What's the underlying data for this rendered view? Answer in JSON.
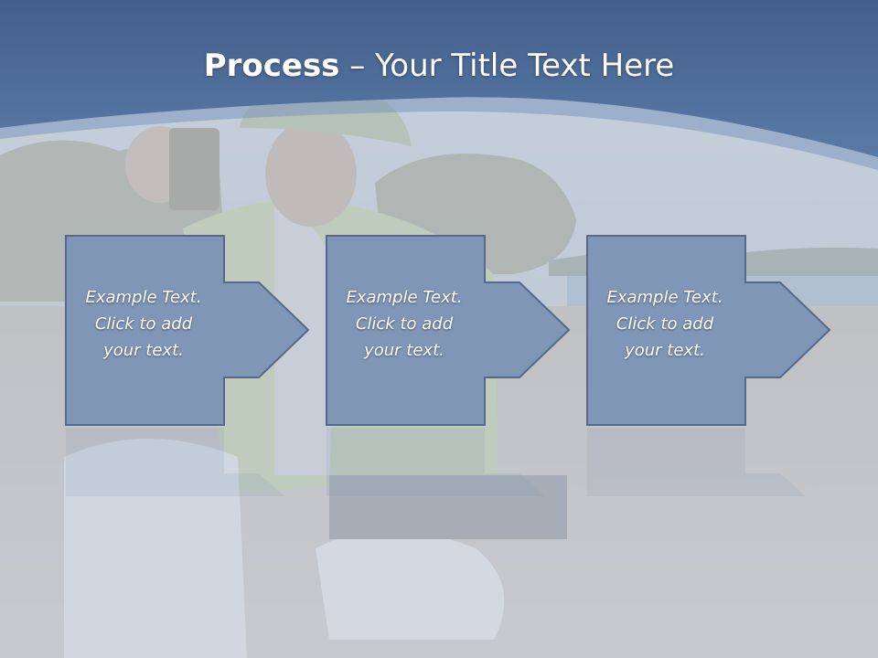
{
  "slide": {
    "title_bold": "Process",
    "title_rest": " – Your Title Text Here"
  },
  "steps": [
    {
      "line1": "Example Text.",
      "line2": "Click  to add",
      "line3": "your text."
    },
    {
      "line1": "Example Text.",
      "line2": "Click  to add",
      "line3": "your text."
    },
    {
      "line1": "Example Text.",
      "line2": "Click  to add",
      "line3": "your text."
    }
  ],
  "colors": {
    "header_blue": "#4d6d9a",
    "box_fill": "#7f96b6",
    "box_border": "#56698a",
    "overlay": "#c7d0db"
  }
}
